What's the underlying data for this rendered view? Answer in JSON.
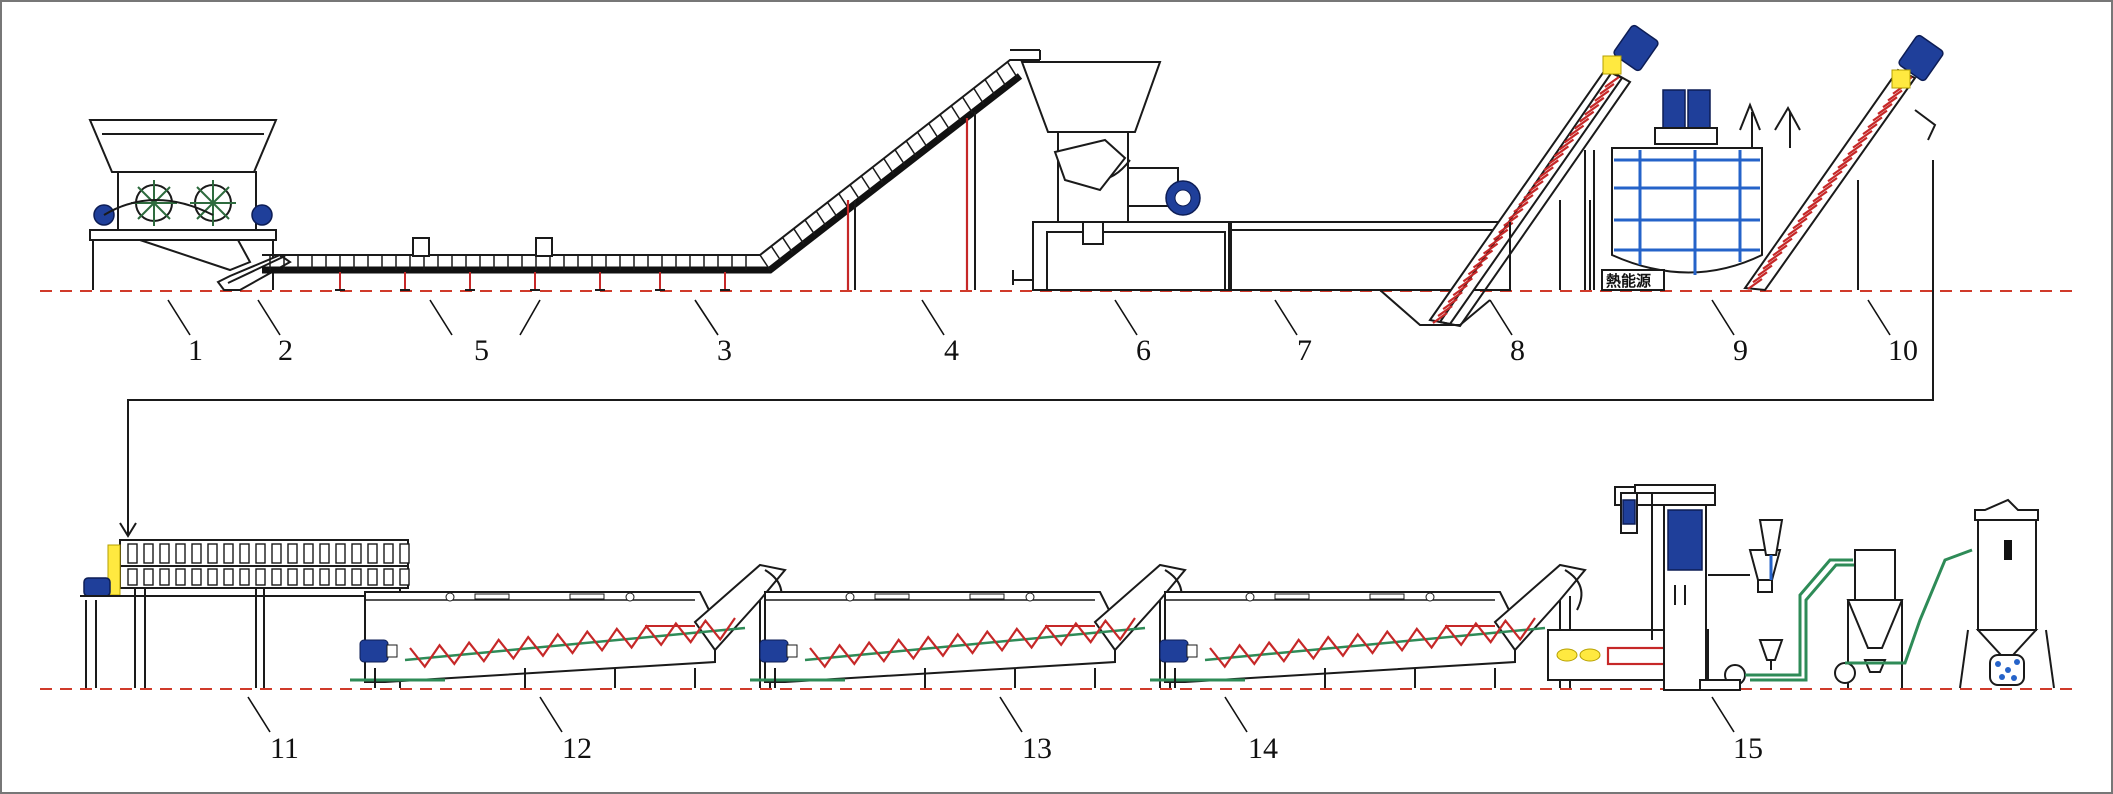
{
  "diagram": {
    "callouts_top": [
      "1",
      "2",
      "5",
      "3",
      "4",
      "6",
      "7",
      "8",
      "9",
      "10"
    ],
    "callouts_bottom": [
      "11",
      "12",
      "13",
      "14",
      "15"
    ],
    "tank_text": "熱能源",
    "colors": {
      "outline": "#1a1a1a",
      "ground_line": "#d03a2a",
      "screw": "#c62828",
      "motor": "#1f3f9a",
      "water_pipe": "#2e8b57",
      "tank_water": "#2563c9",
      "accent_yellow": "#ffe940"
    },
    "icons": [
      "motor-icon",
      "arrow-down-icon",
      "fan-icon"
    ]
  }
}
